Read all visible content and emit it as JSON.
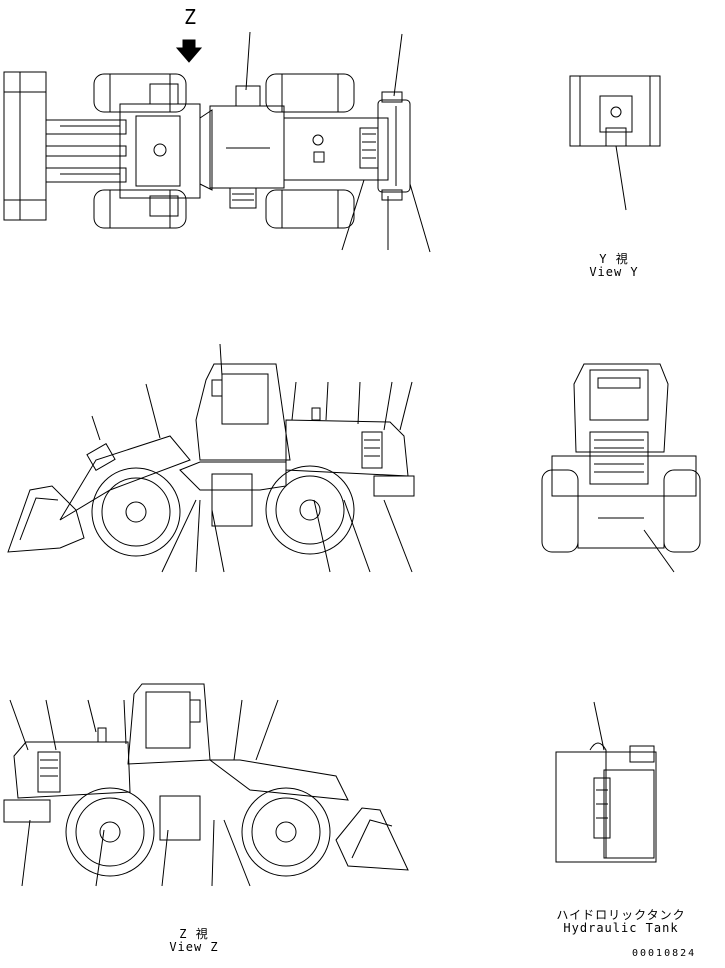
{
  "views": {
    "top": {
      "arrow_letter": "Z"
    },
    "view_y": {
      "label_jp": "Y 視",
      "label_en": "View Y"
    },
    "view_z": {
      "label_jp": "Z 視",
      "label_en": "View Z"
    },
    "hydraulic_tank": {
      "label_jp": "ハイドロリックタンク",
      "label_en": "Hydraulic Tank"
    }
  },
  "document_number": "00010824",
  "colors": {
    "line": "#000000",
    "background": "#ffffff"
  }
}
